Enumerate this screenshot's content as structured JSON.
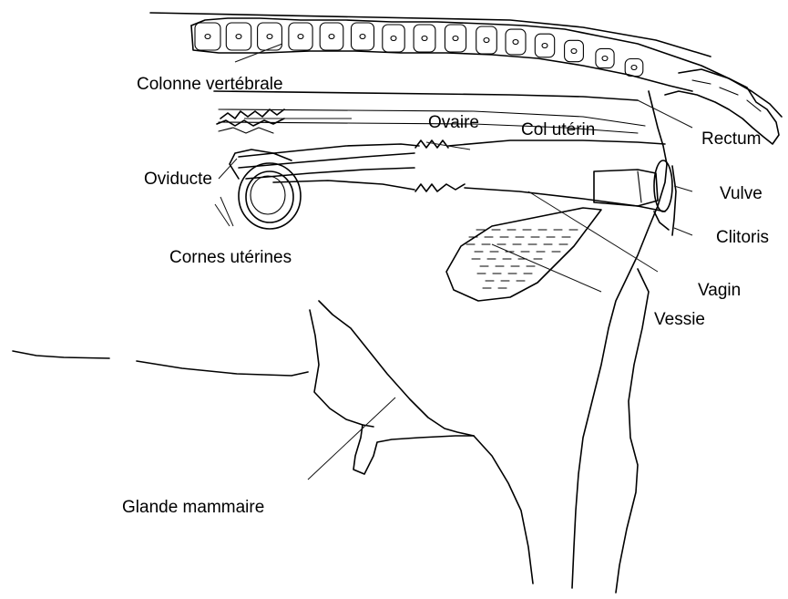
{
  "labels": {
    "colonne": "Colonne vertébrale",
    "rectum": "Rectum",
    "ovaire": "Ovaire",
    "col_uterin": "Col utérin",
    "oviducte": "Oviducte",
    "vulve": "Vulve",
    "clitoris": "Clitoris",
    "cornes": "Cornes utérines",
    "vagin": "Vagin",
    "vessie": "Vessie",
    "glande": "Glande mammaire"
  }
}
